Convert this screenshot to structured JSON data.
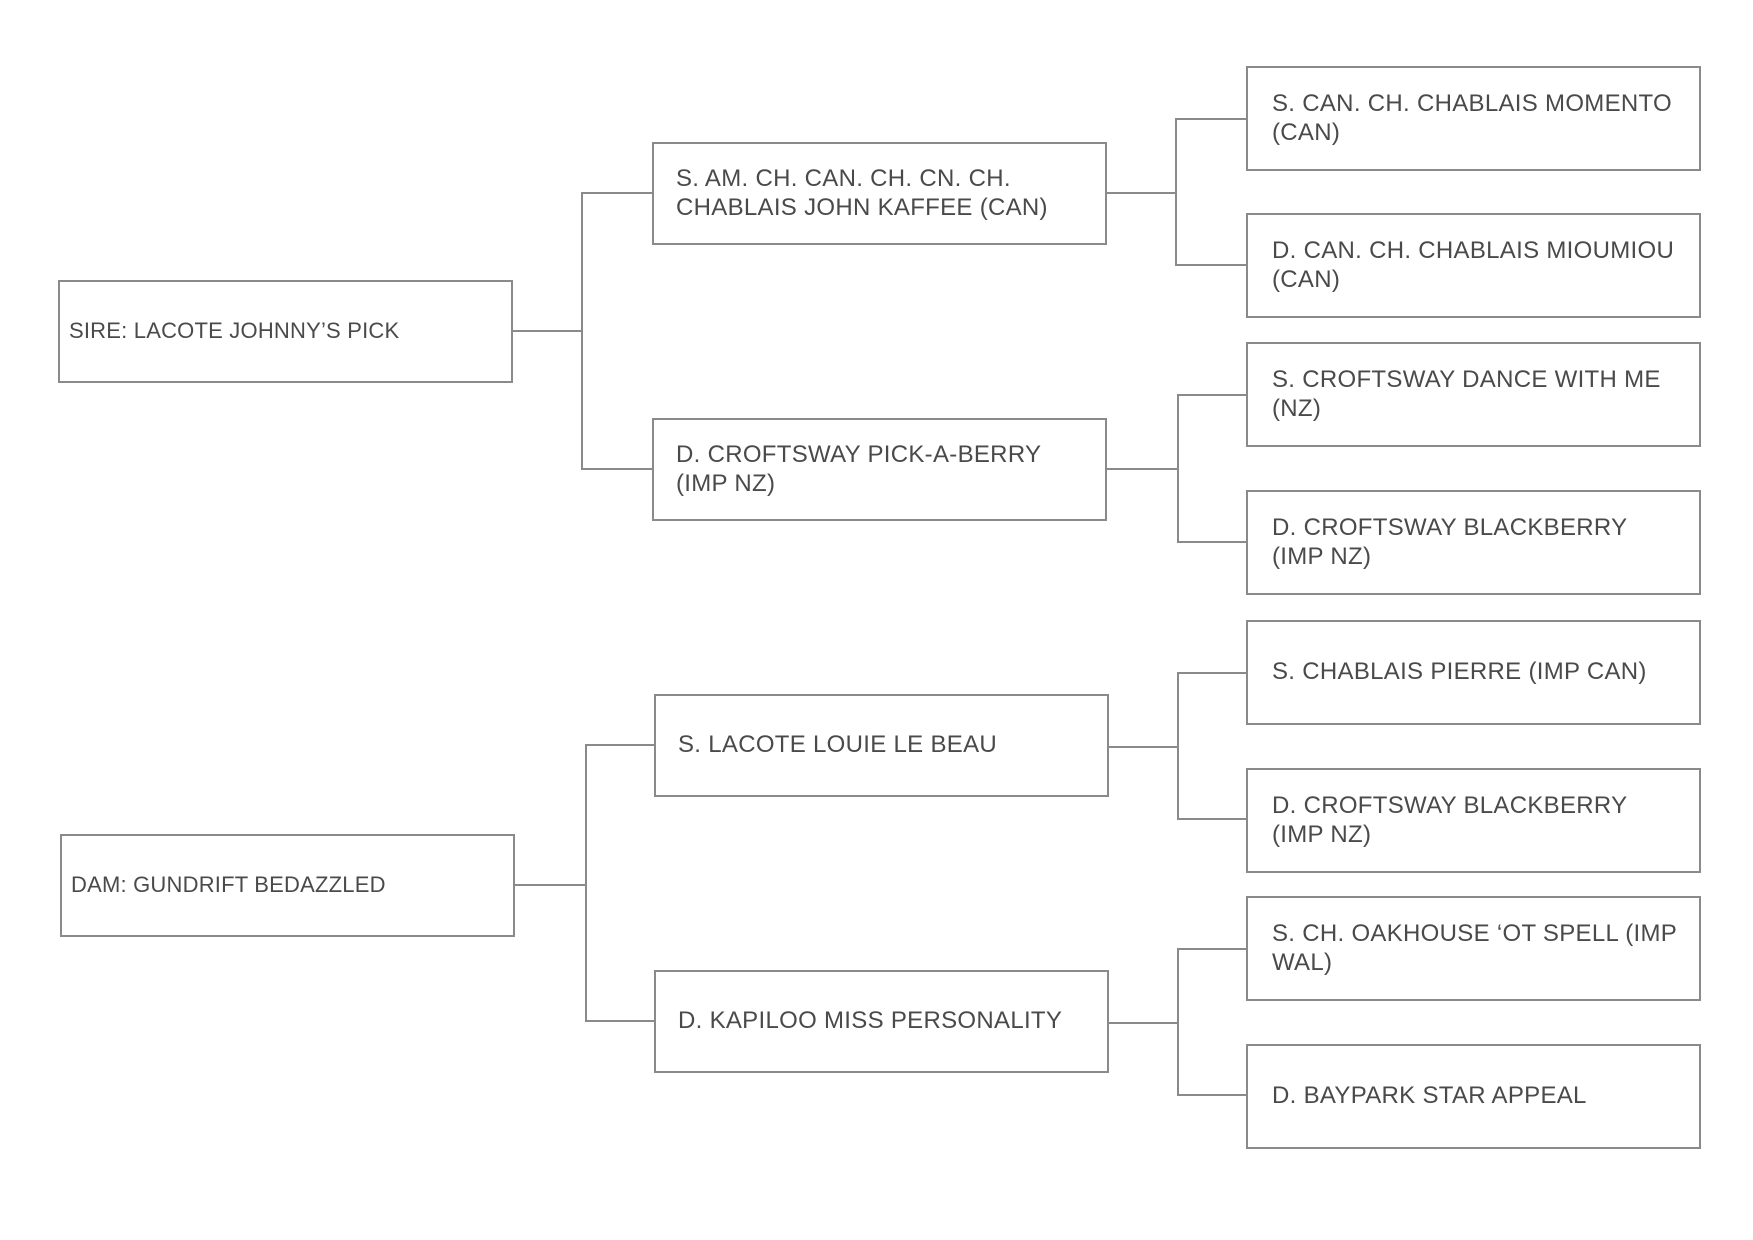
{
  "pedigree": {
    "sire": {
      "label": "SIRE: LACOTE JOHNNY’S PICK",
      "sire": {
        "label": "S. AM. CH. CAN. CH. CN. CH. CHABLAIS JOHN KAFFEE (CAN)",
        "sire": {
          "label": "S. CAN. CH. CHABLAIS MOMENTO (CAN)"
        },
        "dam": {
          "label": "D. CAN. CH. CHABLAIS MIOUMIOU (CAN)"
        }
      },
      "dam": {
        "label": "D. CROFTSWAY PICK-A-BERRY (IMP NZ)",
        "sire": {
          "label": "S. CROFTSWAY DANCE WITH ME (NZ)"
        },
        "dam": {
          "label": "D. CROFTSWAY BLACKBERRY (IMP NZ)"
        }
      }
    },
    "dam": {
      "label": "DAM: GUNDRIFT BEDAZZLED",
      "sire": {
        "label": "S. LACOTE LOUIE LE BEAU",
        "sire": {
          "label": "S. CHABLAIS PIERRE (IMP CAN)"
        },
        "dam": {
          "label": "D. CROFTSWAY BLACKBERRY (IMP NZ)"
        }
      },
      "dam": {
        "label": "D. KAPILOO MISS PERSONALITY",
        "sire": {
          "label": "S. CH. OAKHOUSE ‘OT SPELL (IMP WAL)"
        },
        "dam": {
          "label": "D. BAYPARK STAR APPEAL"
        }
      }
    }
  }
}
